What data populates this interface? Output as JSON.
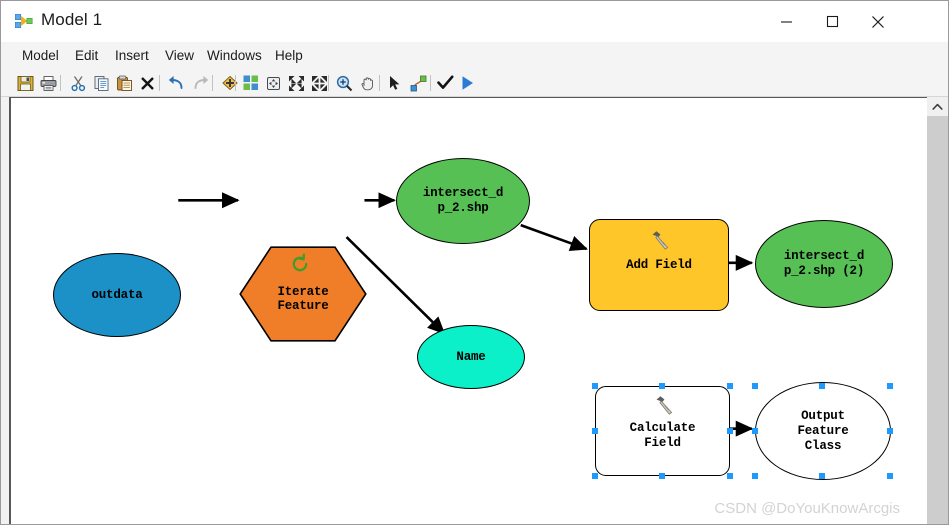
{
  "window": {
    "title": "Model 1",
    "app_icon": "modelbuilder-icon",
    "controls": {
      "minimize": "minimize-icon",
      "maximize": "maximize-icon",
      "close": "close-icon"
    }
  },
  "menubar": {
    "items": [
      {
        "label": "Model"
      },
      {
        "label": "Edit"
      },
      {
        "label": "Insert"
      },
      {
        "label": "View"
      },
      {
        "label": "Windows"
      },
      {
        "label": "Help"
      }
    ]
  },
  "toolbar": {
    "buttons": [
      {
        "name": "save-icon",
        "title": "Save"
      },
      {
        "name": "print-icon",
        "title": "Print"
      },
      {
        "name": "cut-icon",
        "title": "Cut"
      },
      {
        "name": "copy-icon",
        "title": "Copy"
      },
      {
        "name": "paste-icon",
        "title": "Paste"
      },
      {
        "name": "delete-icon",
        "title": "Delete"
      },
      {
        "name": "undo-icon",
        "title": "Undo"
      },
      {
        "name": "redo-icon",
        "title": "Redo"
      },
      {
        "name": "add-data-icon",
        "title": "Add Data or Tool"
      },
      {
        "name": "auto-layout-icon",
        "title": "Auto Layout"
      },
      {
        "name": "full-extent-icon",
        "title": "Full Extent"
      },
      {
        "name": "zoom-out-fixed-icon",
        "title": "Zoom Out"
      },
      {
        "name": "zoom-in-fixed-icon",
        "title": "Zoom In"
      },
      {
        "name": "zoom-tool-icon",
        "title": "Zoom In Tool"
      },
      {
        "name": "pan-icon",
        "title": "Pan"
      },
      {
        "name": "select-arrow-icon",
        "title": "Select"
      },
      {
        "name": "connect-icon",
        "title": "Connect"
      },
      {
        "name": "validate-icon",
        "title": "Validate Entire Model"
      },
      {
        "name": "run-icon",
        "title": "Run"
      }
    ]
  },
  "canvas": {
    "scrollbar": {
      "up_arrow": "chevron-up-icon"
    },
    "watermark": "CSDN @DoYouKnowArcgis",
    "nodes": [
      {
        "id": "outdata",
        "type": "data-variable-ellipse",
        "label": "outdata",
        "color": "#1b91c8",
        "selected": false
      },
      {
        "id": "iterate-feature",
        "type": "iterator-hexagon",
        "label": "Iterate\nFeature",
        "label_line1": "Iterate",
        "label_line2": "Feature",
        "color": "#f07d28",
        "icon": "loop-icon",
        "icon_color": "#3d9e2a",
        "selected": false
      },
      {
        "id": "intersect-dp-2",
        "type": "data-variable-ellipse",
        "label": "intersect_d\np_2.shp",
        "label_line1": "intersect_d",
        "label_line2": "p_2.shp",
        "color": "#56c054",
        "selected": false
      },
      {
        "id": "name",
        "type": "data-variable-ellipse",
        "label": "Name",
        "color": "#0bf0c8",
        "selected": false
      },
      {
        "id": "add-field",
        "type": "tool-rounded-rect",
        "label": "Add Field",
        "color": "#ffc629",
        "icon": "hammer-icon",
        "selected": false
      },
      {
        "id": "intersect-dp-2-copy",
        "type": "data-variable-ellipse",
        "label": "intersect_d\np_2.shp (2)",
        "label_line1": "intersect_d",
        "label_line2": "p_2.shp (2)",
        "color": "#56c054",
        "selected": false
      },
      {
        "id": "calculate-field",
        "type": "tool-rounded-rect",
        "label": "Calculate\nField",
        "label_line1": "Calculate",
        "label_line2": "Field",
        "color": "#ffffff",
        "icon": "hammer-icon",
        "selected": true
      },
      {
        "id": "output-feature-class",
        "type": "data-variable-ellipse",
        "label": "Output\nFeature\nClass",
        "label_line1": "Output",
        "label_line2": "Feature",
        "label_line3": "Class",
        "color": "#ffffff",
        "selected": true
      }
    ],
    "connectors": [
      {
        "from": "outdata",
        "to": "iterate-feature"
      },
      {
        "from": "iterate-feature",
        "to": "intersect-dp-2"
      },
      {
        "from": "iterate-feature",
        "to": "name"
      },
      {
        "from": "intersect-dp-2",
        "to": "add-field"
      },
      {
        "from": "add-field",
        "to": "intersect-dp-2-copy"
      },
      {
        "from": "calculate-field",
        "to": "output-feature-class"
      }
    ]
  },
  "colors": {
    "selection_handle": "#1e9aff",
    "canvas_background": "#ffffff",
    "chrome_background": "#f4f4f4"
  }
}
